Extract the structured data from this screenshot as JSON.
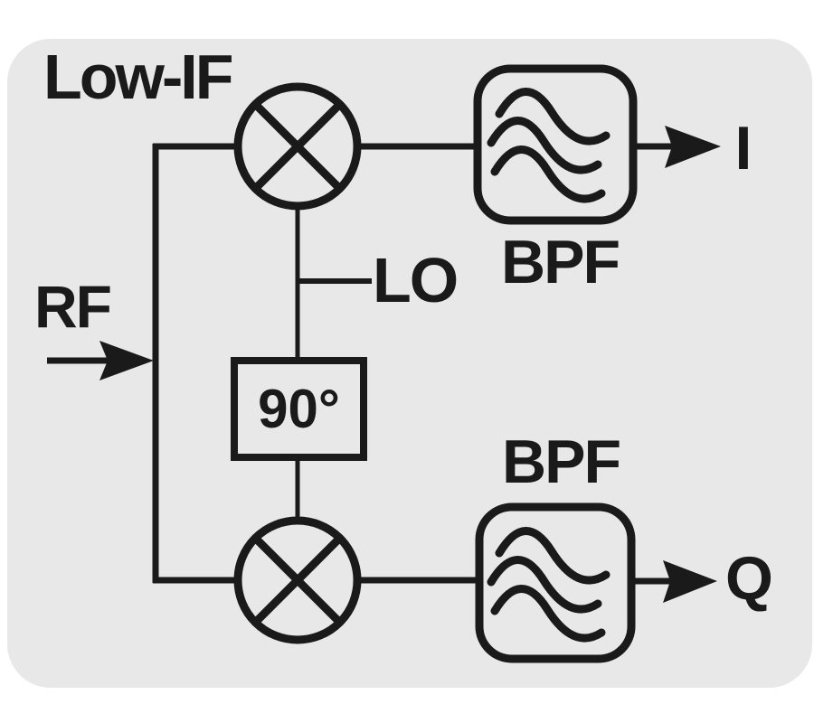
{
  "diagram": {
    "title": "Low-IF",
    "input_label": "RF",
    "lo_label": "LO",
    "phase_shifter_label": "90°",
    "filters": {
      "top_label": "BPF",
      "bottom_label": "BPF"
    },
    "outputs": {
      "i_label": "I",
      "q_label": "Q"
    }
  },
  "icons": {
    "mixer": "circle-with-x-mixer",
    "bandpass_filter": "triple-wave-filter",
    "arrowhead": "filled-right-triangle"
  },
  "colors": {
    "background": "#ffffff",
    "panel": "#e8e8e8",
    "stroke": "#1a1a1a",
    "text": "#1a1a1a"
  }
}
